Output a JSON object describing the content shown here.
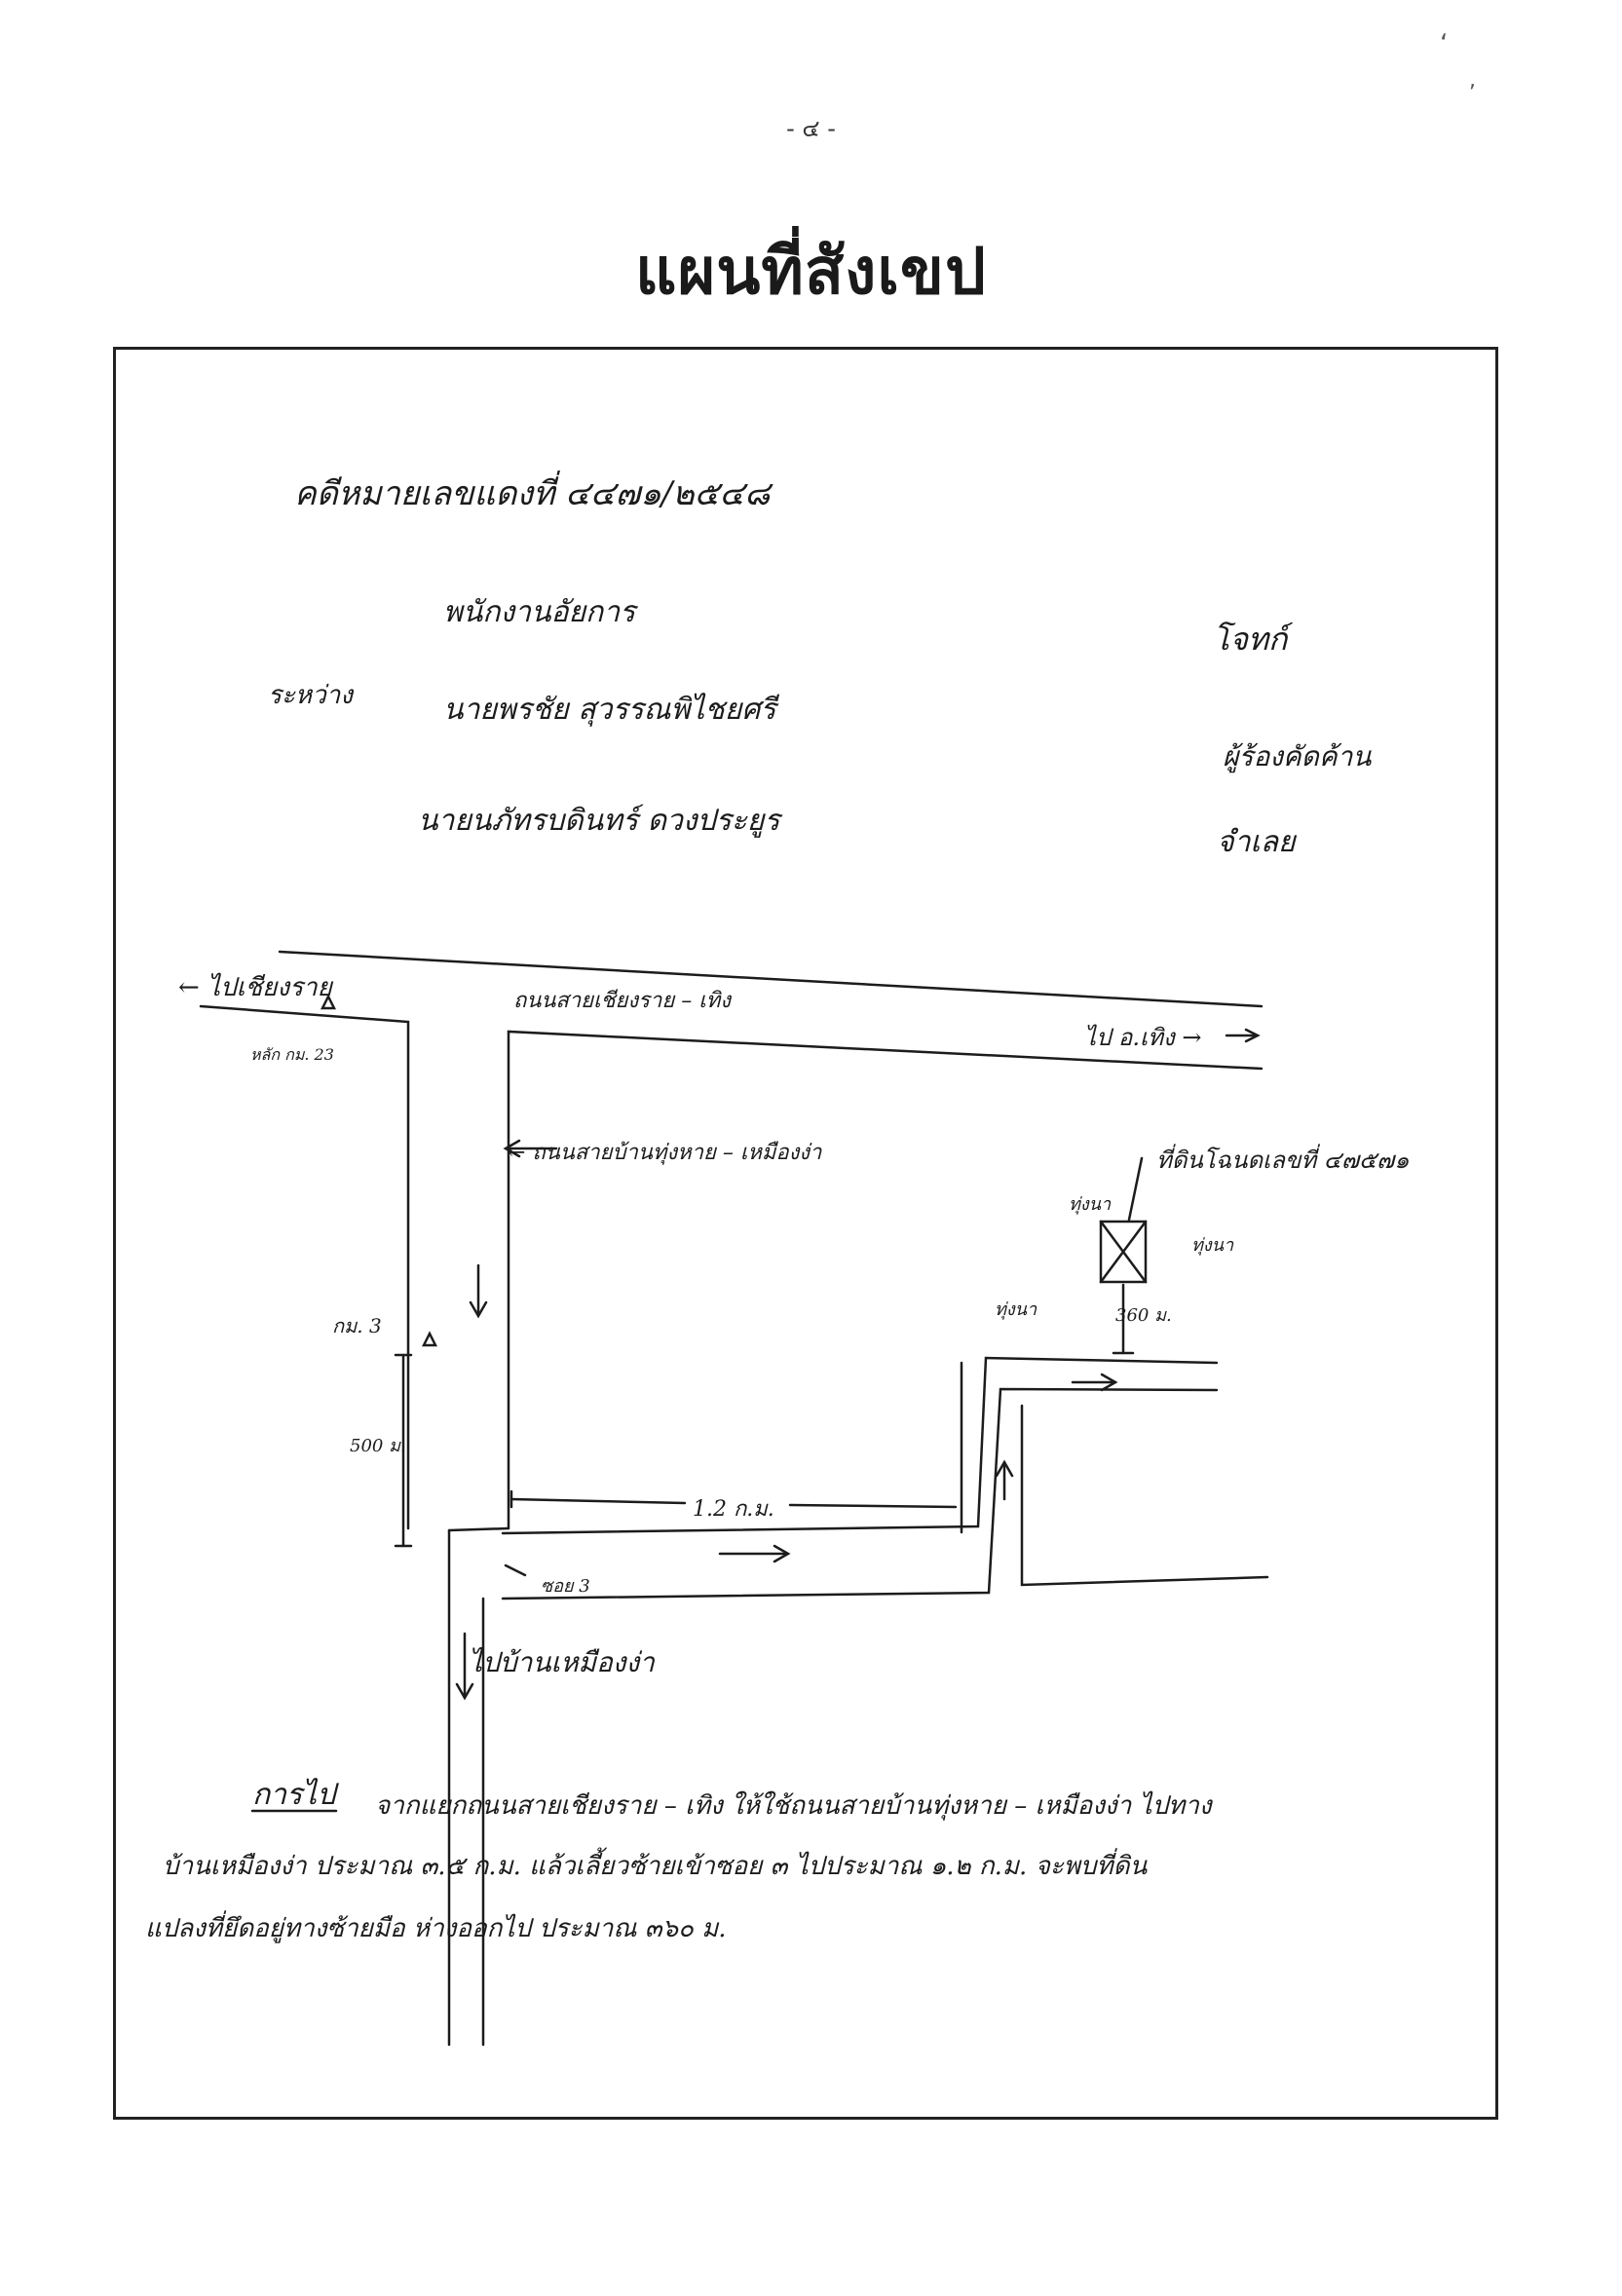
{
  "page_number": "- ๔ -",
  "title": "แผนที่สังเขป",
  "header_ref": "คดีหมายเลขแดงที่ ๔๔๗๑/๒๕๔๘",
  "parties": {
    "between_label": "ระหว่าง",
    "line1": "พนักงานอัยการ",
    "line1_role": "โจทก์",
    "line2": "นายพรชัย สุวรรณพิไชยศรี",
    "line2_role": "ผู้ร้องคัดค้าน",
    "line3": "นายนภัทรบดินทร์ ดวงประยูร",
    "line3_role": "จำเลย"
  },
  "map": {
    "to_chiang_rai": "← ไปเชียงราย",
    "main_road": "ถนนสายเชียงราย – เทิง",
    "to_thoeng": "ไป อ.เทิง →",
    "km_marker_23": "หลัก กม. 23",
    "side_road": "← ถนนสายบ้านทุ่งหาย – เหมืองง่า",
    "land_label": "ที่ดินโฉนดเลขที่ ๔๗๕๗๑",
    "field_top": "ทุ่งนา",
    "field_right": "ทุ่งนา",
    "field_left": "ทุ่งนา",
    "dist_360": "360 ม.",
    "km_marker_3": "กม. 3",
    "dist_500": "500 ม.",
    "dist_12km": "1.2 ก.ม.",
    "soi_3": "ซอย 3",
    "to_ban_mueang_nga": "ไปบ้านเหมืองง่า"
  },
  "directions": {
    "label": "การไป",
    "line1": "จากแยกถนนสายเชียงราย – เทิง ให้ใช้ถนนสายบ้านทุ่งหาย – เหมืองง่า ไปทาง",
    "line2": "บ้านเหมืองง่า ประมาณ ๓.๕ ก.ม. แล้วเลี้ยวซ้ายเข้าซอย ๓ ไปประมาณ ๑.๒ ก.ม. จะพบที่ดิน",
    "line3": "แปลงที่ยึดอยู่ทางซ้ายมือ ห่างออกไป ประมาณ ๓๖๐ ม."
  },
  "colors": {
    "ink": "#1c1c1c",
    "frame": "#222222",
    "paper": "#ffffff"
  }
}
